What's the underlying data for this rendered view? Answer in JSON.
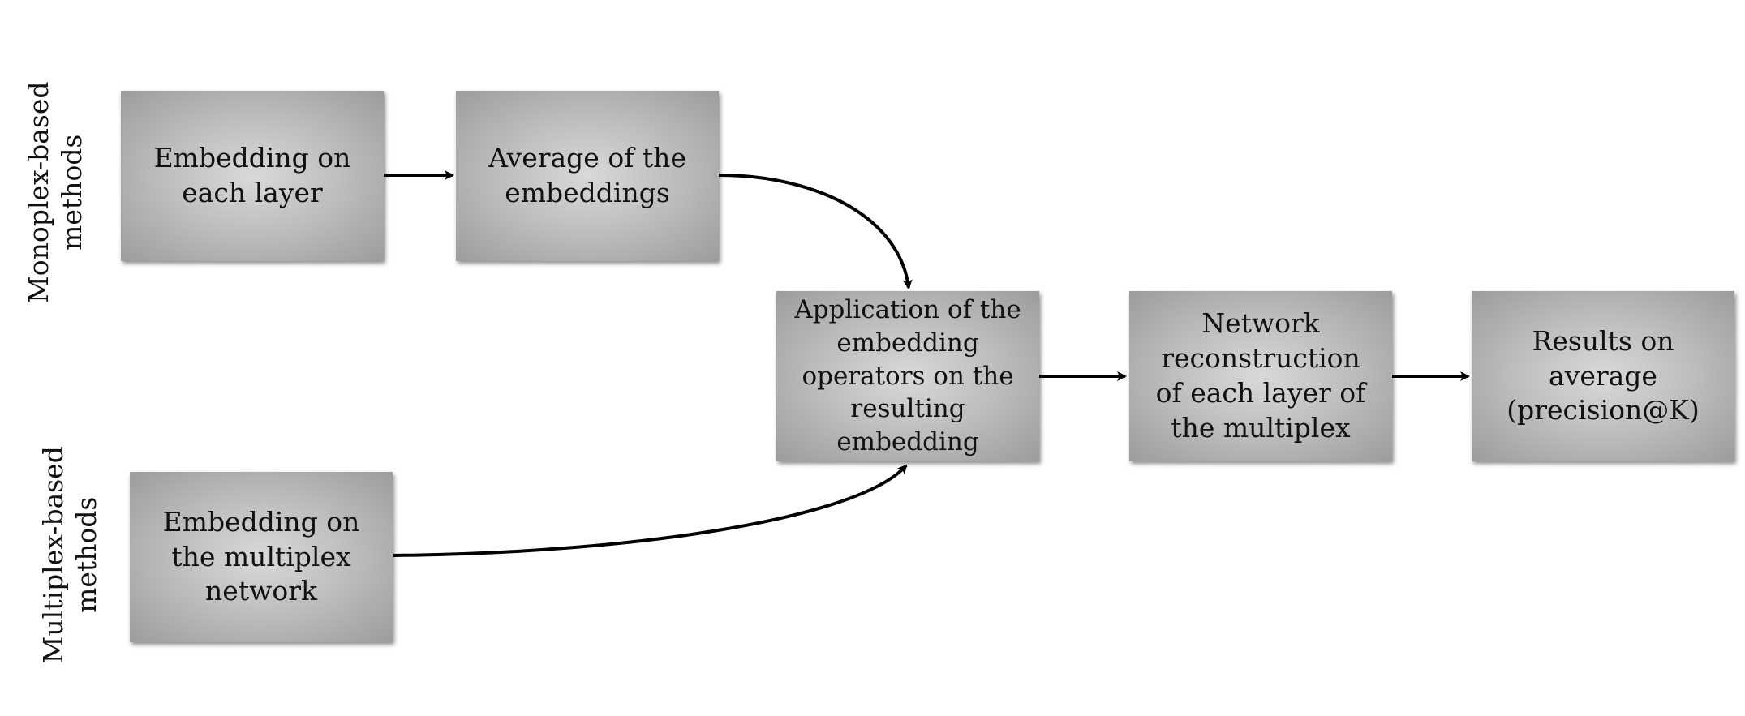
{
  "side_labels": {
    "monoplex": "Monoplex-based\nmethods",
    "multiplex": "Multiplex-based\nmethods"
  },
  "boxes": {
    "embedding_each_layer": "Embedding on each layer",
    "average_embeddings": "Average of the embeddings",
    "embedding_multiplex": "Embedding on the multiplex network",
    "application_operators": "Application of the embedding operators on the resulting embedding",
    "network_reconstruction": "Network reconstruction of each layer of the multiplex",
    "results_average": "Results on average (precision@K)"
  },
  "colors": {
    "box_center": "#d9d9d9",
    "box_edge": "#9c9c9c",
    "arrow": "#000000",
    "text": "#111111"
  }
}
